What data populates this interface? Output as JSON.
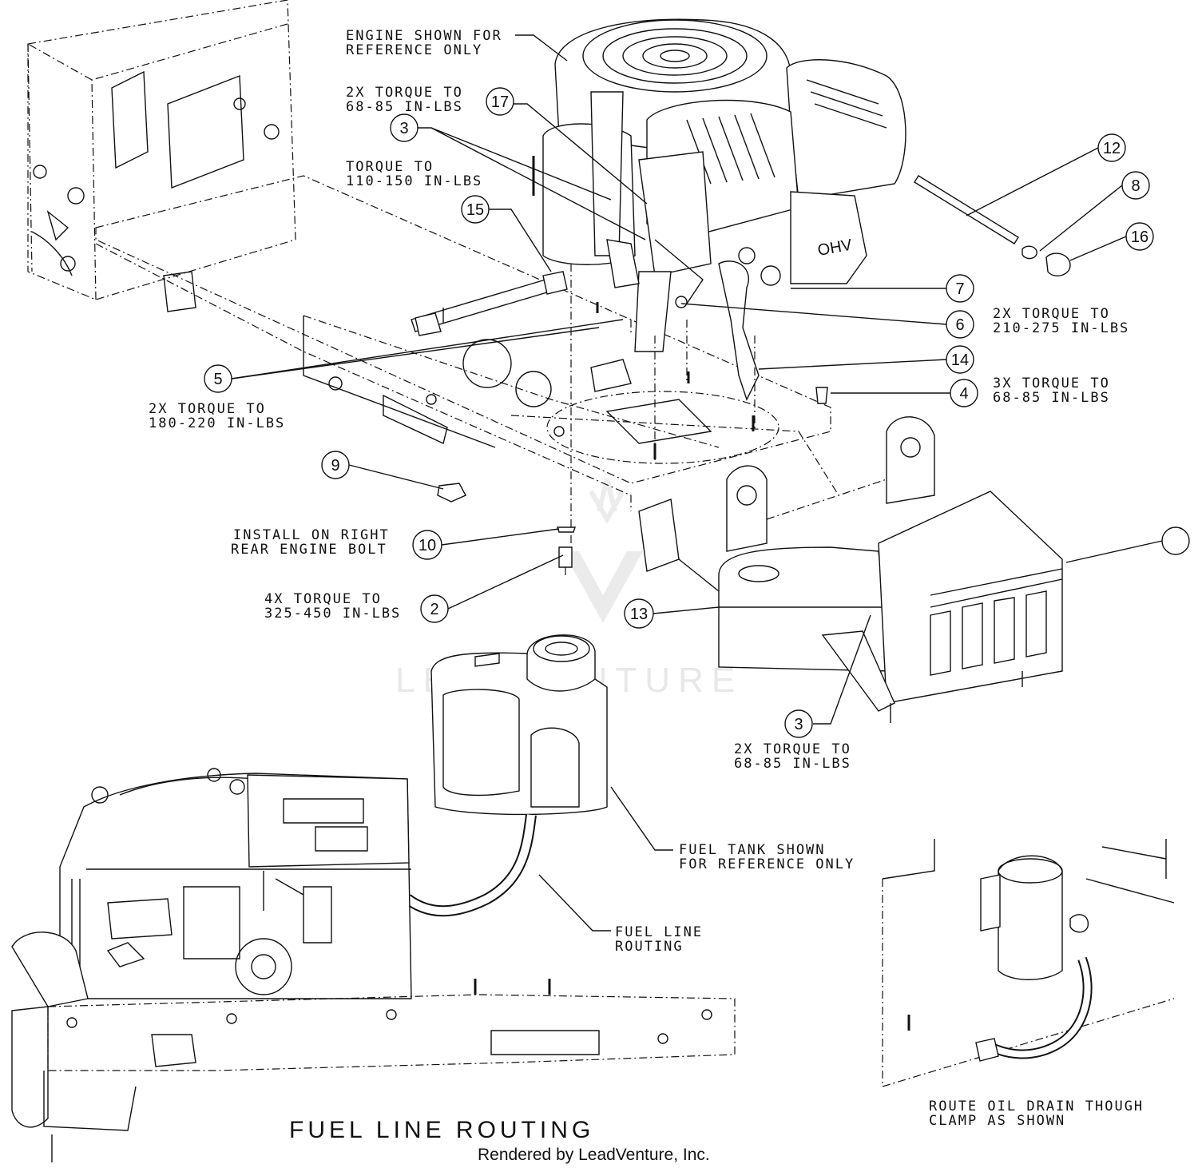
{
  "notes": {
    "engine_ref": [
      "ENGINE SHOWN FOR",
      "REFERENCE ONLY"
    ],
    "torque_68_top": [
      "2X TORQUE TO",
      "68-85 IN-LBS"
    ],
    "torque_110": [
      "TORQUE TO",
      "110-150 IN-LBS"
    ],
    "torque_210": [
      "2X TORQUE TO",
      "210-275 IN-LBS"
    ],
    "torque_3x": [
      "3X TORQUE TO",
      "68-85 IN-LBS"
    ],
    "torque_180": [
      "2X TORQUE TO",
      "180-220 IN-LBS"
    ],
    "install_right": [
      "INSTALL ON RIGHT",
      "REAR ENGINE BOLT"
    ],
    "torque_325": [
      "4X TORQUE TO",
      "325-450 IN-LBS"
    ],
    "torque_68_bottom": [
      "2X TORQUE TO",
      "68-85 IN-LBS"
    ],
    "fuel_tank_ref": [
      "FUEL TANK SHOWN",
      "FOR REFERENCE ONLY"
    ],
    "fuel_line": [
      "FUEL LINE",
      "ROUTING"
    ],
    "oil_drain": [
      "ROUTE OIL DRAIN THOUGH",
      "CLAMP AS SHOWN"
    ]
  },
  "callouts": {
    "c17": "17",
    "c3_top": "3",
    "c15": "15",
    "c12": "12",
    "c8": "8",
    "c16": "16",
    "c7": "7",
    "c6": "6",
    "c14": "14",
    "c4": "4",
    "c5": "5",
    "c9": "9",
    "c10": "10",
    "c2": "2",
    "c13": "13",
    "c3_bottom": "3",
    "c_blank": ""
  },
  "engine_badge": "OHV",
  "section_title": "FUEL LINE ROUTING",
  "credit": "Rendered by LeadVenture, Inc.",
  "watermark": "LEADVENTURE"
}
